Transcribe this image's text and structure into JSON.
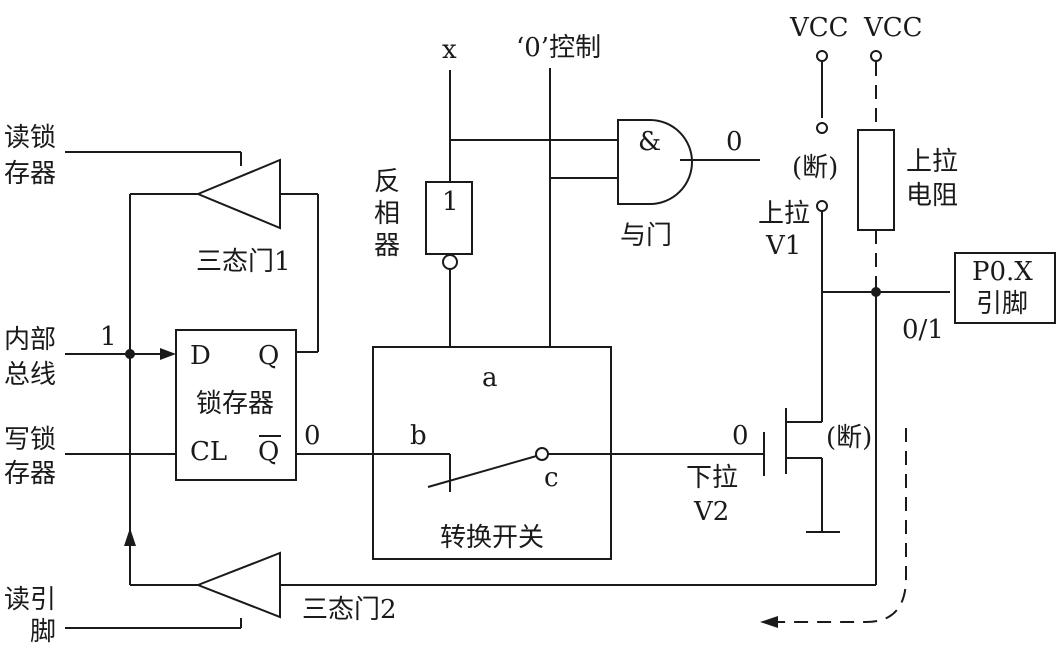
{
  "labels": {
    "read_latch_1": "读锁",
    "read_latch_2": "存器",
    "internal_bus_1": "内部",
    "internal_bus_2": "总线",
    "bus_value": "1",
    "write_latch_1": "写锁",
    "write_latch_2": "存器",
    "read_pin_1": "读引",
    "read_pin_2": "脚",
    "tristate_1": "三态门1",
    "tristate_2": "三态门2",
    "latch_d": "D",
    "latch_q": "Q",
    "latch_title": "锁存器",
    "latch_cl": "CL",
    "latch_qbar": "Q",
    "qbar_value": "0",
    "x": "x",
    "zero_control": "‘0’控制",
    "inverter_1": "反",
    "inverter_2": "相",
    "inverter_3": "器",
    "inverter_symbol": "1",
    "and_symbol": "&",
    "and_label": "与门",
    "and_out": "0",
    "switch_a": "a",
    "switch_b": "b",
    "switch_c": "c",
    "switch_title": "转换开关",
    "vcc1": "VCC",
    "vcc2": "VCC",
    "off1": "(断)",
    "pullup_v1_1": "上拉",
    "pullup_v1_2": "V1",
    "pullup_r_1": "上拉",
    "pullup_r_2": "电阻",
    "pin_1": "P0.X",
    "pin_2": "引脚",
    "pin_value": "0/1",
    "gate_value": "0",
    "off2": "(断)",
    "pulldown_1": "下拉",
    "pulldown_2": "V2"
  }
}
